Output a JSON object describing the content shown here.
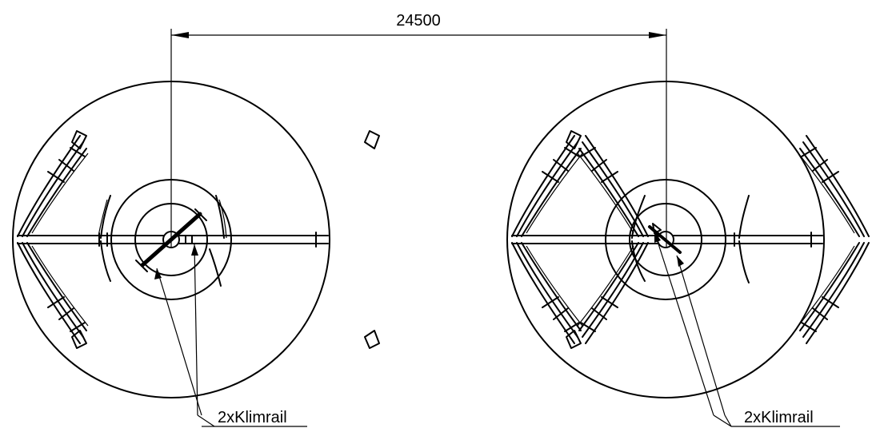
{
  "dimension": {
    "value": "24500"
  },
  "annotations": {
    "left_label": "2xKlimrail",
    "right_label": "2xKlimrail"
  },
  "colors": {
    "line": "#000000",
    "background": "#ffffff"
  }
}
